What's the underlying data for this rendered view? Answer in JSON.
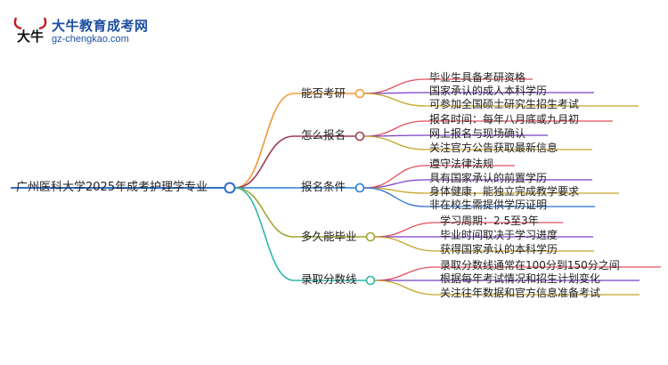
{
  "logo": {
    "site_name": "大牛教育成考网",
    "url": "gz-chengkao.com",
    "mark_text": "大牛"
  },
  "colors": {
    "root": "#2f6fc4",
    "branch_1": "#f29a38",
    "branch_2": "#9c3b52",
    "branch_3": "#2a7ad1",
    "branch_4": "#a2a531",
    "branch_5": "#2fb7a8",
    "leaf_1": "#e2505f",
    "leaf_2": "#7b3fc8",
    "leaf_3": "#c6a52a",
    "leaf_4": "#2c6fd2"
  },
  "mindmap": {
    "root": "广州医科大学2025年成考护理学专业",
    "branches": [
      {
        "label": "能否考研",
        "children": [
          "毕业生具备考研资格",
          "国家承认的成人本科学历",
          "可参加全国硕士研究生招生考试"
        ]
      },
      {
        "label": "怎么报名",
        "children": [
          "报名时间：每年八月底或九月初",
          "网上报名与现场确认",
          "关注官方公告获取最新信息"
        ]
      },
      {
        "label": "报名条件",
        "children": [
          "遵守法律法规",
          "具有国家承认的前置学历",
          "身体健康，能独立完成教学要求",
          "非在校生需提供学历证明"
        ]
      },
      {
        "label": "多久能毕业",
        "children": [
          "学习周期：2.5至3年",
          "毕业时间取决于学习进度",
          "获得国家承认的本科学历"
        ]
      },
      {
        "label": "录取分数线",
        "children": [
          "录取分数线通常在100分到150分之间",
          "根据每年考试情况和招生计划变化",
          "关注往年数据和官方信息准备考试"
        ]
      }
    ]
  }
}
